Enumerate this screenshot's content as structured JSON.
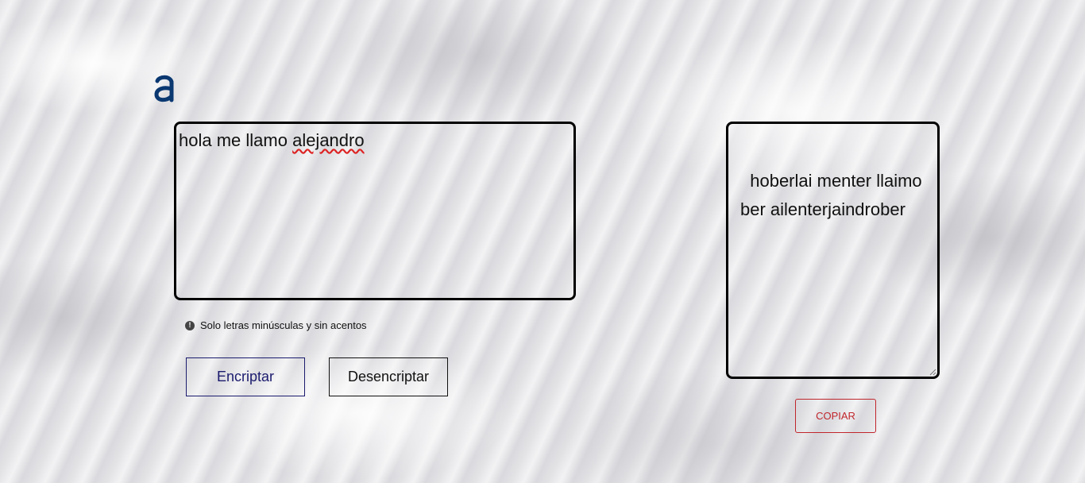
{
  "logo": {
    "icon": "alura-a-logo-icon",
    "color": "#0a3871"
  },
  "input": {
    "value_plain": "hola me llamo ",
    "value_misspelled": "alejandro"
  },
  "hint": {
    "icon": "exclamation-circle-icon",
    "text": "Solo letras minúsculas y sin acentos"
  },
  "buttons": {
    "encrypt_label": "Encriptar",
    "decrypt_label": "Desencriptar",
    "copy_label": "COPIAR"
  },
  "output": {
    "value": "hoberlai menter llaimober ailenterjaindrober"
  },
  "colors": {
    "encrypt_border": "#1b1b6e",
    "copy_accent": "#c0262c"
  }
}
